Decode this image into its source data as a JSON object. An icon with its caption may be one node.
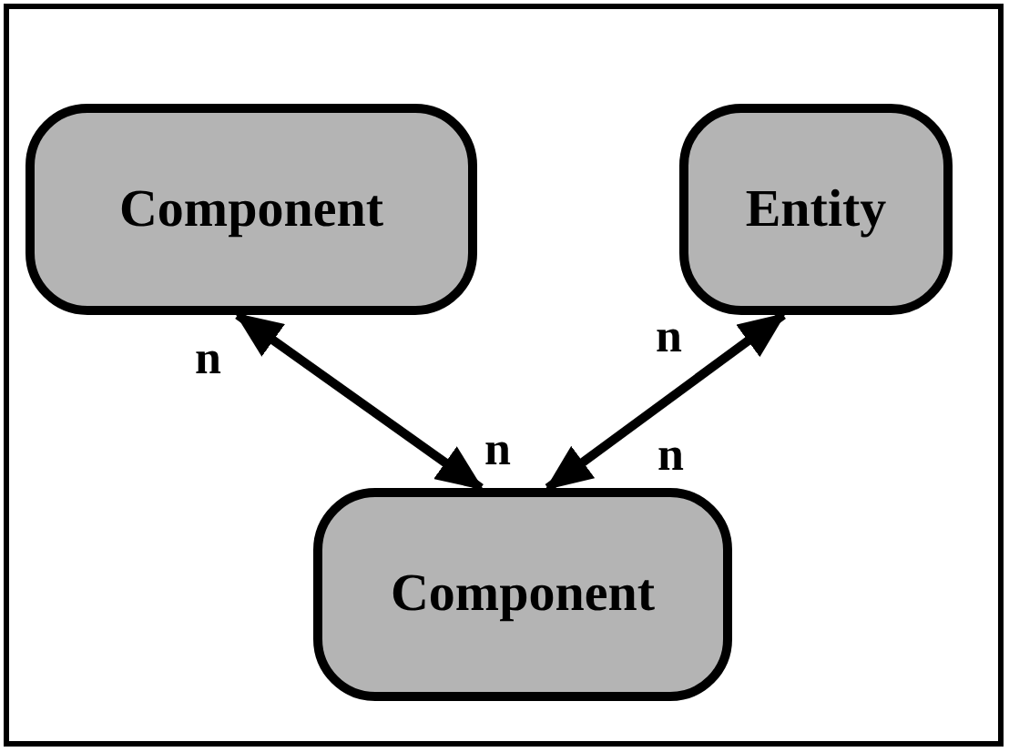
{
  "diagram": {
    "nodes": [
      {
        "text": [
          "Component"
        ]
      },
      {
        "text": [
          "Entity"
        ]
      },
      {
        "text": [
          "Component"
        ]
      }
    ],
    "edges": [
      {
        "from": 0,
        "to": 2,
        "arrow": "both"
      },
      {
        "from": 1,
        "to": 2,
        "arrow": "both"
      }
    ],
    "labels": [
      "n",
      "n",
      "n",
      "n"
    ]
  }
}
